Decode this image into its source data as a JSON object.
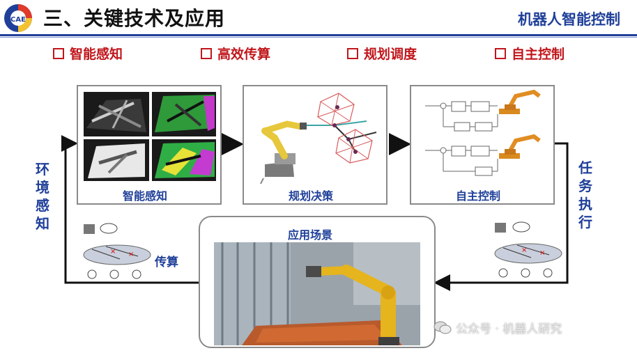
{
  "header": {
    "title": "三、关键技术及应用",
    "subtitle": "机器人智能控制",
    "logo_text": "CAE"
  },
  "topics": [
    "智能感知",
    "高效传算",
    "规划调度",
    "自主控制"
  ],
  "panels": {
    "perception": "智能感知",
    "planning": "规划决策",
    "control": "自主控制",
    "application": "应用场景"
  },
  "side_labels": {
    "left": "环境感知",
    "right": "任务执行",
    "transfer": "传算"
  },
  "watermark": "公众号 · 机器人研究",
  "colors": {
    "title_blue": "#1f3f99",
    "topic_red": "#c0161b",
    "arrow": "#111111"
  }
}
